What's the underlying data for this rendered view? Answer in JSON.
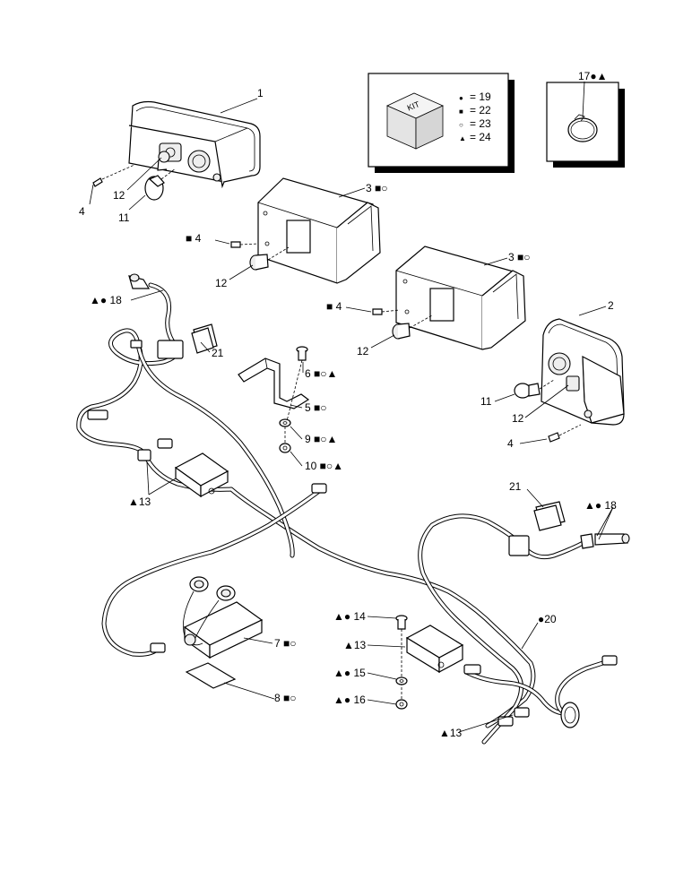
{
  "kit_box": {
    "kit_label": "KIT",
    "legend": [
      {
        "symbol": "●",
        "text": "= 19"
      },
      {
        "symbol": "■",
        "text": "= 22"
      },
      {
        "symbol": "○",
        "text": "= 23"
      },
      {
        "symbol": "▲",
        "text": "= 24"
      }
    ]
  },
  "clamp_box": {
    "callout": "17●▲"
  },
  "callouts": {
    "c1": "1",
    "c2": "2",
    "c3a": "3 ■○",
    "c3b": "3 ■○",
    "c4a": "4",
    "c4b": "■ 4",
    "c4c": "■ 4",
    "c4d": "4",
    "c5": "5 ■○",
    "c6": "6 ■○▲",
    "c7": "7 ■○",
    "c8": "8 ■○",
    "c9": "9 ■○▲",
    "c10": "10 ■○▲",
    "c11a": "11",
    "c11b": "11",
    "c12a": "12",
    "c12b": "12",
    "c12c": "12",
    "c12d": "12",
    "c13a": "▲13",
    "c13b": "▲13",
    "c13c": "▲13",
    "c14": "▲● 14",
    "c15": "▲● 15",
    "c16": "▲● 16",
    "c18a": "▲● 18",
    "c18b": "▲● 18",
    "c20": "●20",
    "c21a": "21",
    "c21b": "21"
  }
}
